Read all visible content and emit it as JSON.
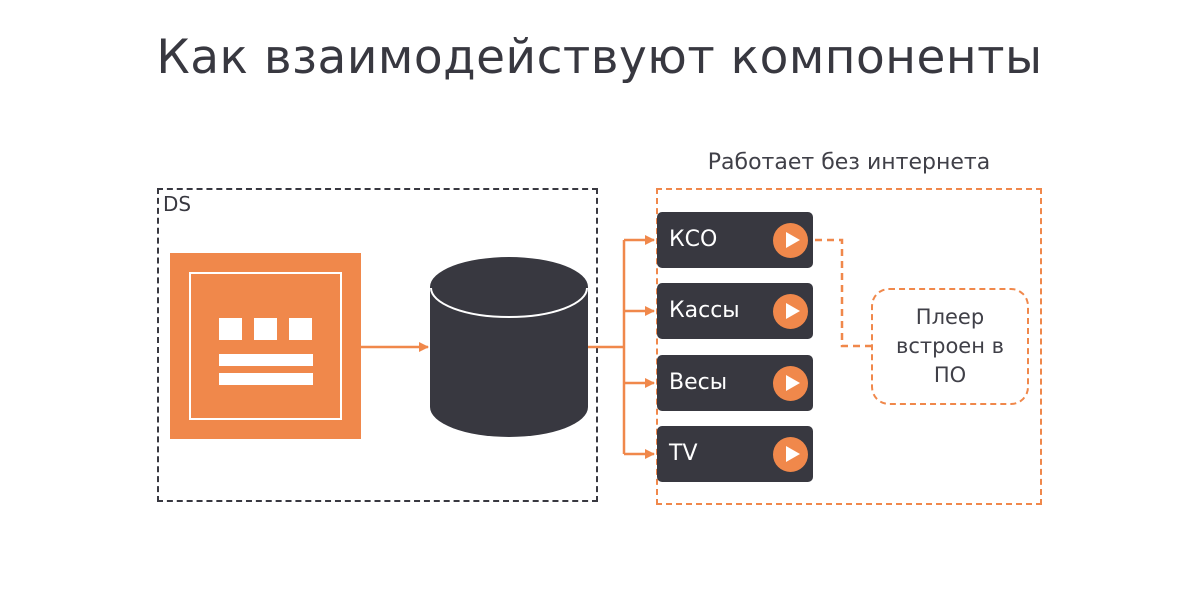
{
  "title": "Как взаимодействуют компоненты",
  "ds_label": "DS",
  "offline_caption": "Работает без интернета",
  "devices": [
    {
      "label": "КСО"
    },
    {
      "label": "Кассы"
    },
    {
      "label": "Весы"
    },
    {
      "label": "TV"
    }
  ],
  "player_note": "Плеер встроен в ПО",
  "colors": {
    "accent": "#f0884b",
    "dark": "#383840"
  }
}
